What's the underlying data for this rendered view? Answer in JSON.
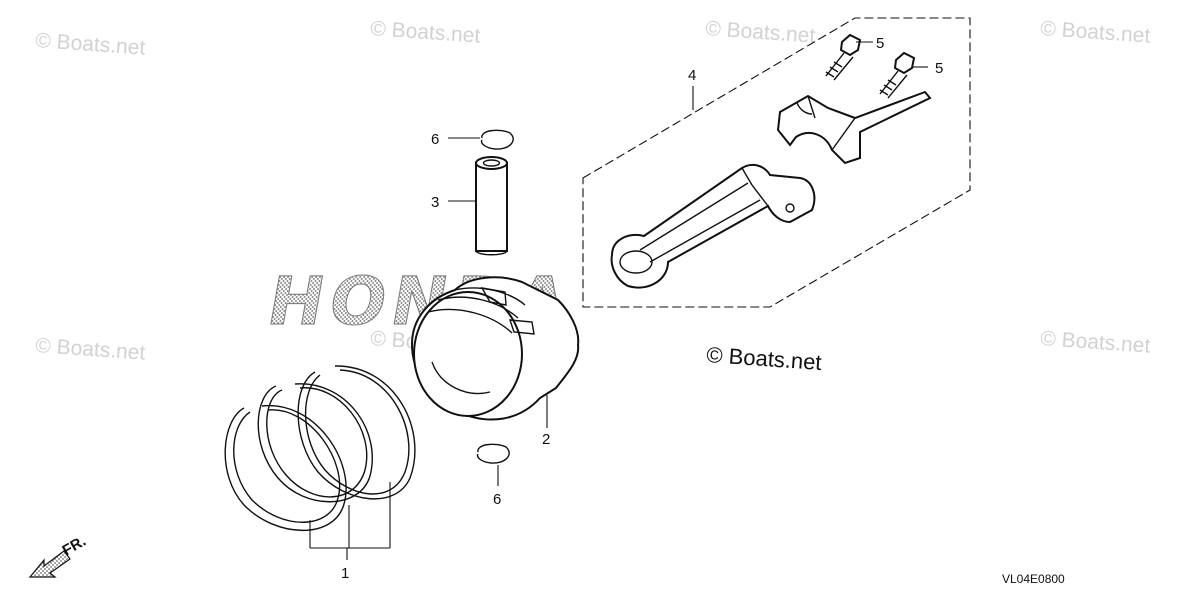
{
  "watermarks": {
    "small": [
      "© Boats.net",
      "© Boats.net",
      "© Boats.net",
      "© Boats.net",
      "© Boats.net",
      "© Boats.net",
      "© Boats.net"
    ],
    "main": "© Boats.net"
  },
  "brand_watermark": "HONDA",
  "callouts": {
    "piston_rings": "1",
    "piston": "2",
    "piston_pin": "3",
    "connecting_rod_assembly": "4",
    "rod_bolt_a": "5",
    "rod_bolt_b": "5",
    "pin_clip_top": "6",
    "pin_clip_bottom": "6"
  },
  "front_indicator": "FR.",
  "diagram_code": "VL04E0800",
  "icons": {
    "front_arrow": "front-arrow-icon"
  }
}
